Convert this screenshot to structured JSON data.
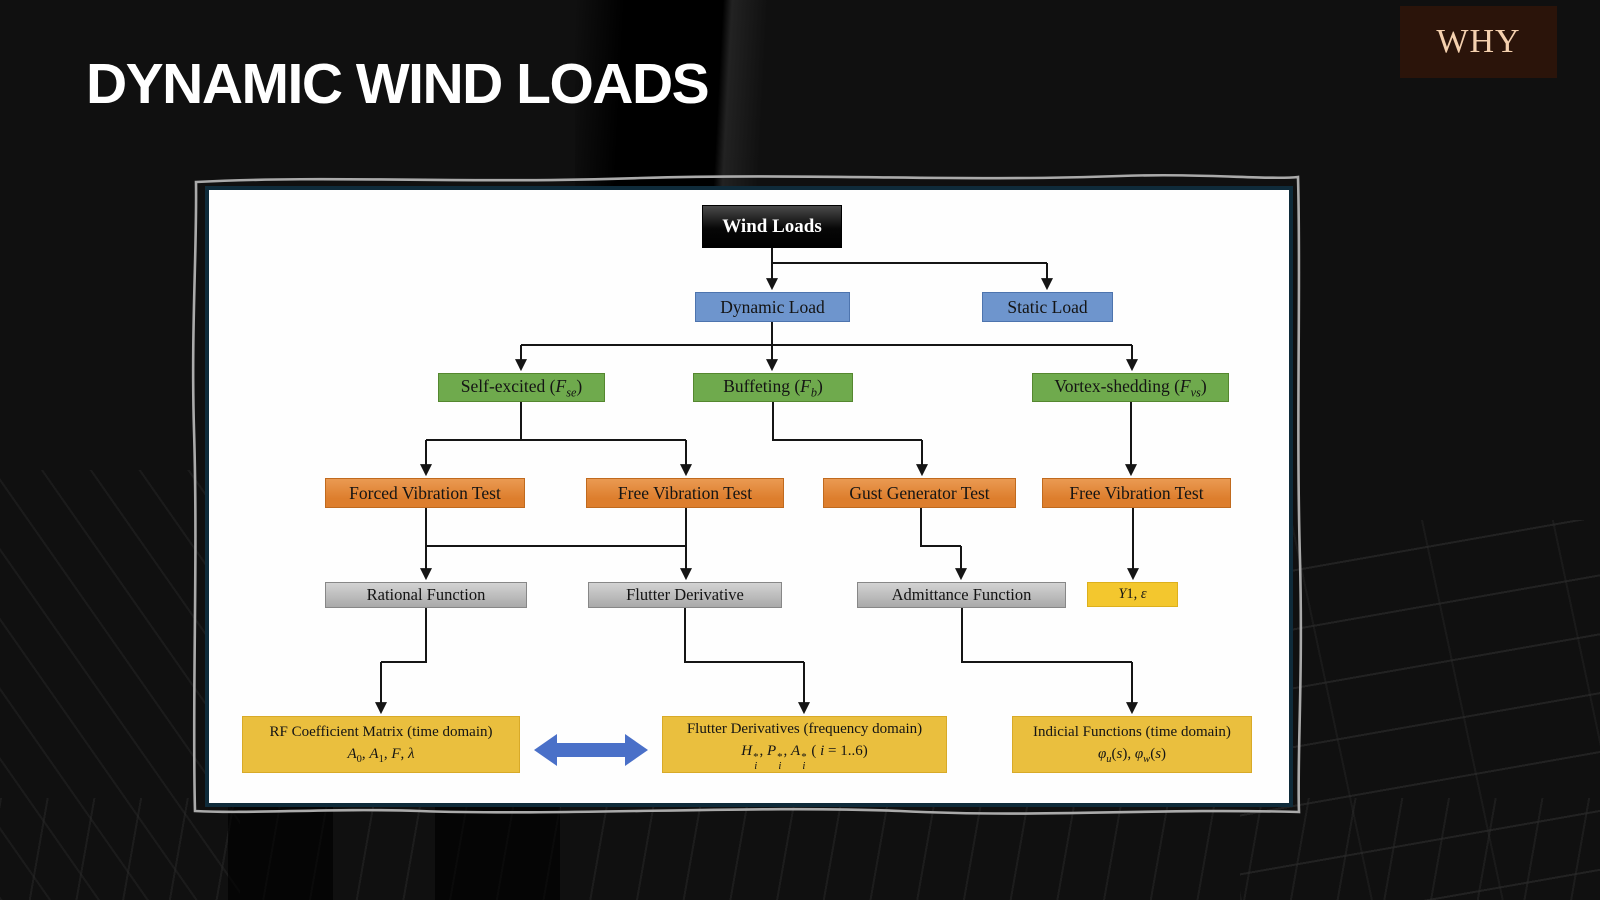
{
  "slide": {
    "title": "DYNAMIC WIND LOADS",
    "badge": "WHY"
  },
  "colors": {
    "background": "#101010",
    "title_text": "#ffffff",
    "badge_background": "#2b140a",
    "badge_text": "#f4d0ae",
    "slide_background": "#fefefe",
    "slide_border": "#0f2b3a",
    "node_blue": "#6e95cd",
    "node_green": "#6faa4d",
    "node_orange": "#dd7e2d",
    "node_gray": "#b9b9b9",
    "node_yellow": "#eabf3e",
    "node_yellow_small": "#f3c72e",
    "node_root": "#000000",
    "connector": "#151515",
    "double_arrow": "#4a70c8"
  },
  "flowchart": {
    "nodes": [
      {
        "id": "wind-loads",
        "kind": "root",
        "label": "Wind Loads"
      },
      {
        "id": "dynamic-load",
        "kind": "blue",
        "label": "Dynamic Load"
      },
      {
        "id": "static-load",
        "kind": "blue",
        "label": "Static Load"
      },
      {
        "id": "self-excited",
        "kind": "green",
        "label": "Self-excited (<i>F</i><sub><i>se</i></sub>)"
      },
      {
        "id": "buffeting",
        "kind": "green",
        "label": "Buffeting (<i>F</i><sub><i>b</i></sub>)"
      },
      {
        "id": "vortex-shedding",
        "kind": "green",
        "label": "Vortex-shedding (<i>F</i><sub><i>vs</i></sub>)"
      },
      {
        "id": "forced-vibration-test",
        "kind": "orange",
        "label": "Forced Vibration Test"
      },
      {
        "id": "free-vibration-test-1",
        "kind": "orange",
        "label": "Free Vibration Test"
      },
      {
        "id": "gust-generator-test",
        "kind": "orange",
        "label": "Gust Generator Test"
      },
      {
        "id": "free-vibration-test-2",
        "kind": "orange",
        "label": "Free Vibration Test"
      },
      {
        "id": "rational-function",
        "kind": "gray",
        "label": "Rational Function"
      },
      {
        "id": "flutter-derivative",
        "kind": "gray",
        "label": "Flutter Derivative"
      },
      {
        "id": "admittance-function",
        "kind": "gray",
        "label": "Admittance Function"
      },
      {
        "id": "y1-epsilon",
        "kind": "yellow-small",
        "label": "<i>Y</i>1, <i>ε</i>"
      },
      {
        "id": "rf-coefficient-matrix",
        "kind": "yellow",
        "label": "RF Coefficient Matrix (time domain)",
        "line2": "<i>A</i><sub>0</sub>, <i>A</i><sub>1</sub>, <i>F</i>, <i>λ</i>"
      },
      {
        "id": "flutter-derivatives",
        "kind": "yellow",
        "label": "Flutter Derivatives (frequency domain)",
        "line2": "<i>H</i><span class=\"ss\"><sup>*</sup><sub><i>i</i></sub></span>, <i>P</i><span class=\"ss\"><sup>*</sup><sub><i>i</i></sub></span>, <i>A</i><span class=\"ss\"><sup>*</sup><sub><i>i</i></sub></span> ( <i>i</i> = 1..6)"
      },
      {
        "id": "indicial-functions",
        "kind": "yellow",
        "label": "Indicial Functions (time domain)",
        "line2": "<i>φ</i><sub><i>u</i></sub>(<i>s</i>), <i>φ</i><sub><i>w</i></sub>(<i>s</i>)"
      }
    ],
    "edges": [
      {
        "from": "wind-loads",
        "to": "dynamic-load"
      },
      {
        "from": "wind-loads",
        "to": "static-load"
      },
      {
        "from": "dynamic-load",
        "to": "self-excited"
      },
      {
        "from": "dynamic-load",
        "to": "buffeting"
      },
      {
        "from": "dynamic-load",
        "to": "vortex-shedding"
      },
      {
        "from": "self-excited",
        "to": "forced-vibration-test"
      },
      {
        "from": "self-excited",
        "to": "free-vibration-test-1"
      },
      {
        "from": "buffeting",
        "to": "gust-generator-test"
      },
      {
        "from": "vortex-shedding",
        "to": "free-vibration-test-2"
      },
      {
        "from": "forced-vibration-test",
        "to": "rational-function"
      },
      {
        "from": "free-vibration-test-1",
        "to": "flutter-derivative"
      },
      {
        "from": "forced-vibration-test",
        "to": "flutter-derivative",
        "note": "shared crossbar"
      },
      {
        "from": "free-vibration-test-1",
        "to": "rational-function",
        "note": "shared crossbar"
      },
      {
        "from": "gust-generator-test",
        "to": "admittance-function"
      },
      {
        "from": "free-vibration-test-2",
        "to": "y1-epsilon"
      },
      {
        "from": "rational-function",
        "to": "rf-coefficient-matrix"
      },
      {
        "from": "flutter-derivative",
        "to": "flutter-derivatives"
      },
      {
        "from": "admittance-function",
        "to": "indicial-functions"
      },
      {
        "from": "rf-coefficient-matrix",
        "to": "flutter-derivatives",
        "note": "bidirectional equivalence arrow"
      }
    ]
  }
}
